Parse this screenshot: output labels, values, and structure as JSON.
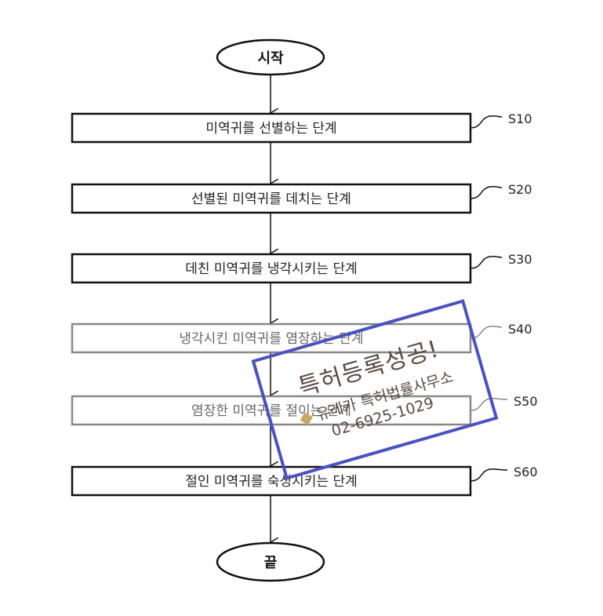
{
  "start_label": "시작",
  "end_label": "끝",
  "steps": [
    {
      "id": "S10",
      "text": "미역귀를 선별하는 단계"
    },
    {
      "id": "S20",
      "text": "선별된 미역귀를 데치는 단계"
    },
    {
      "id": "S30",
      "text": "데친 미역귀를 냉각시키는 단계"
    },
    {
      "id": "S40",
      "text": "냉각시킨 미역귀를 염장하는 단계"
    },
    {
      "id": "S50",
      "text": "염장한 미역귀를 절이는 단계"
    },
    {
      "id": "S60",
      "text": "절인 미역귀를 숙성시키는 단계"
    }
  ],
  "stamp": {
    "headline": "특허등록성공!",
    "firm": "유레카 특허법률사무소",
    "phone": "02-6925-1029",
    "color": "#4a52c0"
  }
}
